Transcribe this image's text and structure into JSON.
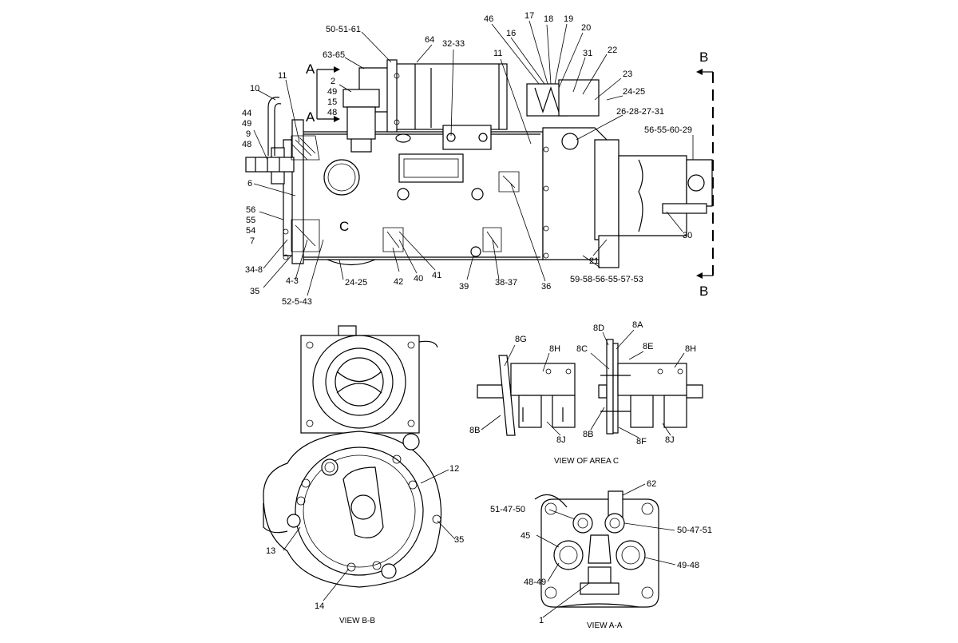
{
  "top_view": {
    "callouts": {
      "c50_51_61": "50-51-61",
      "c64": "64",
      "c32_33": "32-33",
      "c46": "46",
      "c17": "17",
      "c18": "18",
      "c16": "16",
      "c19": "19",
      "c20": "20",
      "c11a": "11",
      "c31a": "31",
      "c22": "22",
      "c23": "23",
      "c24_25a": "24-25",
      "c26_28_27_31": "26-28-27-31",
      "c56_55_60_29": "56-55-60-29",
      "c63_65": "63-65",
      "c2": "2",
      "c49": "49",
      "c15": "15",
      "c48": "48",
      "c10": "10",
      "c11b": "11",
      "c44": "44",
      "c49b": "49",
      "c9": "9",
      "c48b": "48",
      "c6": "6",
      "c56": "56",
      "c55": "55",
      "c54": "54",
      "c7": "7",
      "c34_8": "34-8",
      "c35": "35",
      "c4_3": "4-3",
      "c52_5_43": "52-5-43",
      "c24_25b": "24-25",
      "c42": "42",
      "c40": "40",
      "c41": "41",
      "c39": "39",
      "c38_37": "38-37",
      "c36": "36",
      "c21": "21",
      "c30": "30",
      "c59_58_56_55_57_53": "59-58-56-55-57-53"
    },
    "section_letters": {
      "a_top": "A",
      "a_bottom": "A",
      "b_top": "B",
      "b_bottom": "B",
      "c": "C"
    }
  },
  "view_bb": {
    "title": "VIEW  B-B",
    "callouts": {
      "c12": "12",
      "c13": "13",
      "c14": "14",
      "c35": "35"
    }
  },
  "view_c": {
    "title": "VIEW OF AREA  C",
    "callouts": {
      "l8G": "8G",
      "l8H": "8H",
      "l8B": "8B",
      "l8J": "8J",
      "r8D": "8D",
      "r8A": "8A",
      "r8C": "8C",
      "r8E": "8E",
      "r8H": "8H",
      "r8B": "8B",
      "r8F": "8F",
      "r8J": "8J"
    }
  },
  "view_aa": {
    "title": "VIEW  A-A",
    "callouts": {
      "c62": "62",
      "c51_47_50": "51-47-50",
      "c50_47_51": "50-47-51",
      "c45": "45",
      "c49_48": "49-48",
      "c48_49": "48-49",
      "c1": "1"
    }
  }
}
